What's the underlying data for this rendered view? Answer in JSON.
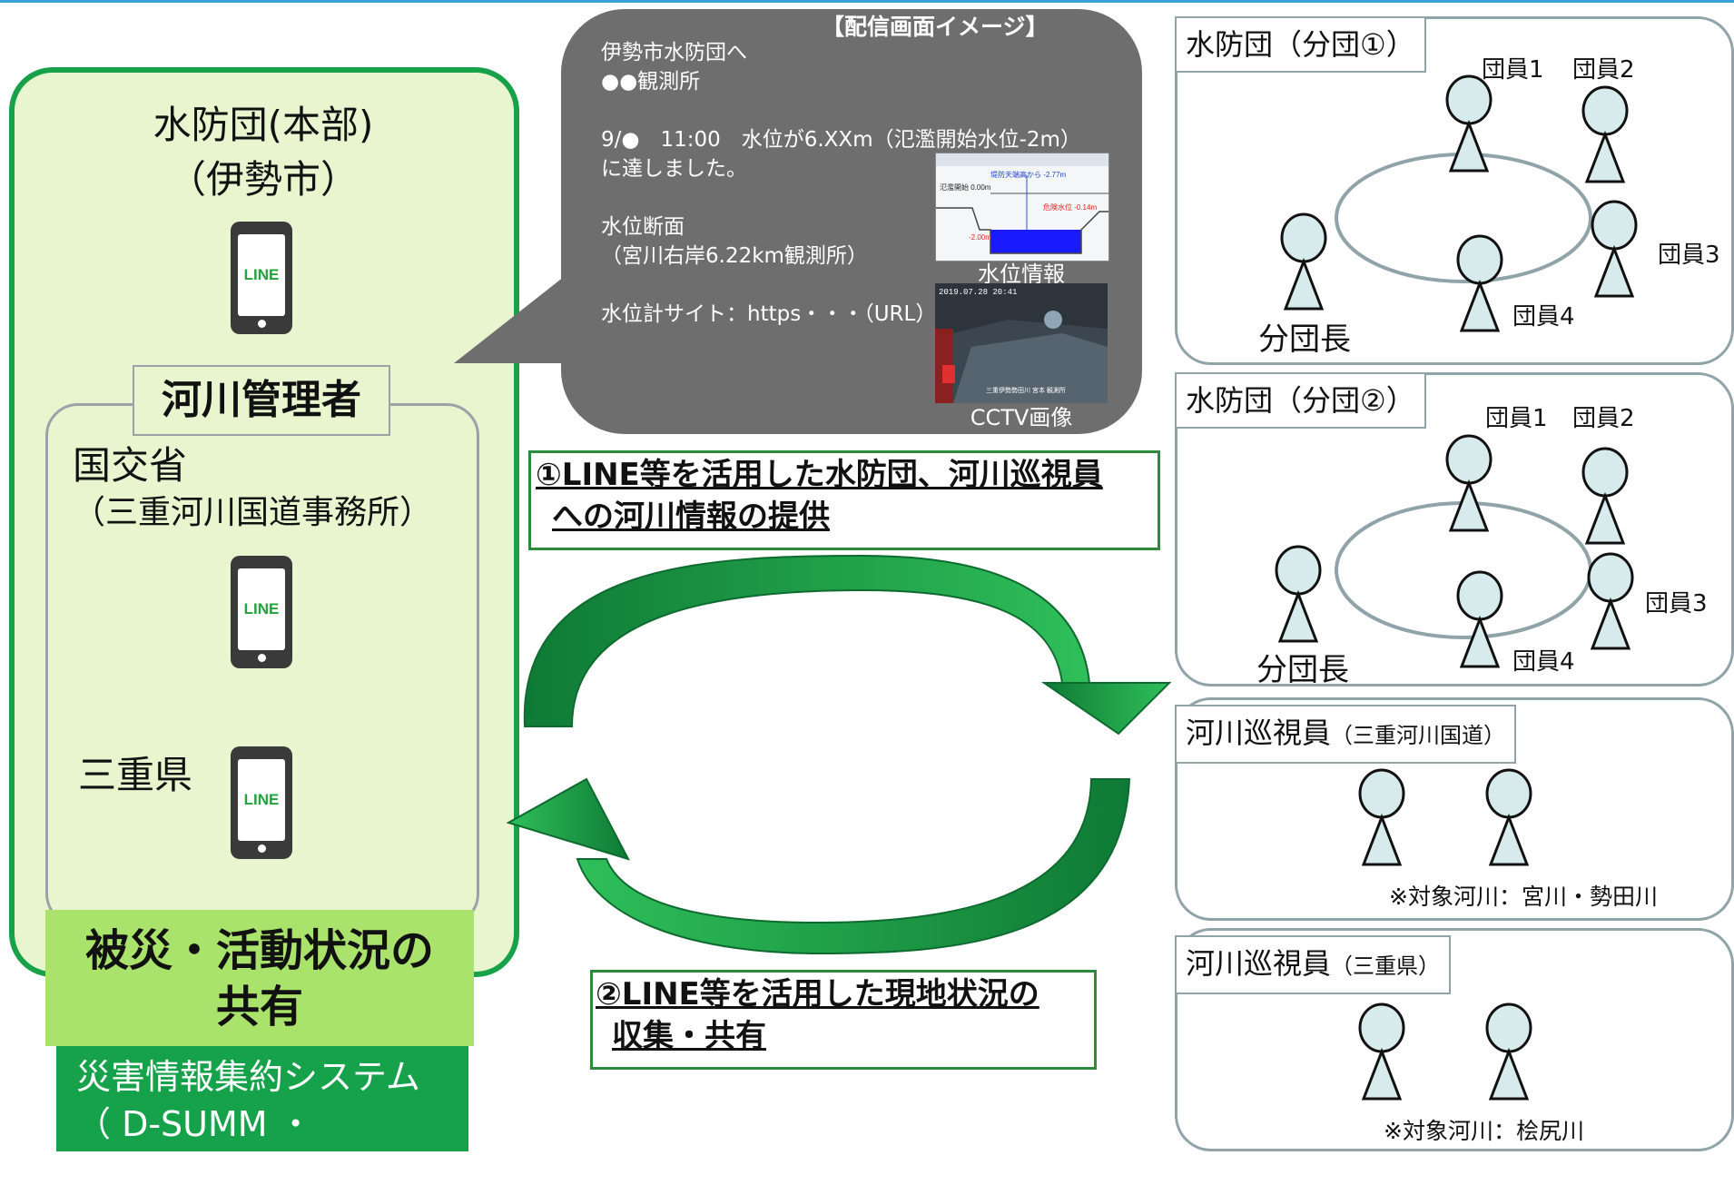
{
  "hq": {
    "title": "水防団(本部)",
    "subtitle": "（伊勢市）"
  },
  "manager": {
    "tag": "河川管理者",
    "mlit_title": "国交省",
    "mlit_sub": "（三重河川国道事務所）",
    "mie_label": "三重県"
  },
  "line_logo": "LINE",
  "share": {
    "line1": "被災・活動状況の",
    "line2": "共有"
  },
  "system": {
    "line1": "災害情報集約システム",
    "line2": "（ D-SUMM ・ DISAANA)"
  },
  "bubble": {
    "header": "【配信画面イメージ】",
    "lines": [
      "伊勢市水防団へ",
      "●●観測所",
      "",
      "9/●　11:00　水位が6.XXm（氾濫開始水位-2m）",
      "に達しました。",
      "",
      "水位断面",
      "（宮川右岸6.22km観測所）",
      "",
      "水位計サイト：https・・・（URL）"
    ],
    "water_caption": "水位情報",
    "cctv_caption": "CCTV画像",
    "graph_labels": {
      "embankment": "堤防天端高から -2.77m",
      "flood_start": "氾濫開始 0.00m",
      "danger": "危険水位 -0.14m",
      "level": "-2.00m"
    },
    "cctv_timestamp": "2019.07.28 20:41",
    "cctv_caption_small": "三重伊勢勢田川 宮本 観測所"
  },
  "flows": {
    "flow1": {
      "line1": "①LINE等を活用した水防団、河川巡視員",
      "line2": "への河川情報の提供"
    },
    "flow2": {
      "line1": "②LINE等を活用した現地状況の",
      "line2": "収集・共有"
    }
  },
  "colors": {
    "green_border": "#17a24a",
    "panel_fill": "#e8f5cf",
    "share_fill": "#a9e36b",
    "system_fill": "#16a24b",
    "bubble_fill": "#6e6e6e",
    "person_fill": "#d7eaec",
    "arrow_green": "#1f9a45"
  },
  "groups": [
    {
      "tag": "水防団（分団①）",
      "members": [
        "団員1",
        "団員2",
        "団員3",
        "団員4"
      ],
      "leader": "分団長"
    },
    {
      "tag": "水防団（分団②）",
      "members": [
        "団員1",
        "団員2",
        "団員3",
        "団員4"
      ],
      "leader": "分団長"
    },
    {
      "tag": "河川巡視員",
      "tag_small": "（三重河川国道）",
      "note": "※対象河川：宮川・勢田川"
    },
    {
      "tag": "河川巡視員",
      "tag_small": "（三重県）",
      "note": "※対象河川：桧尻川"
    }
  ]
}
